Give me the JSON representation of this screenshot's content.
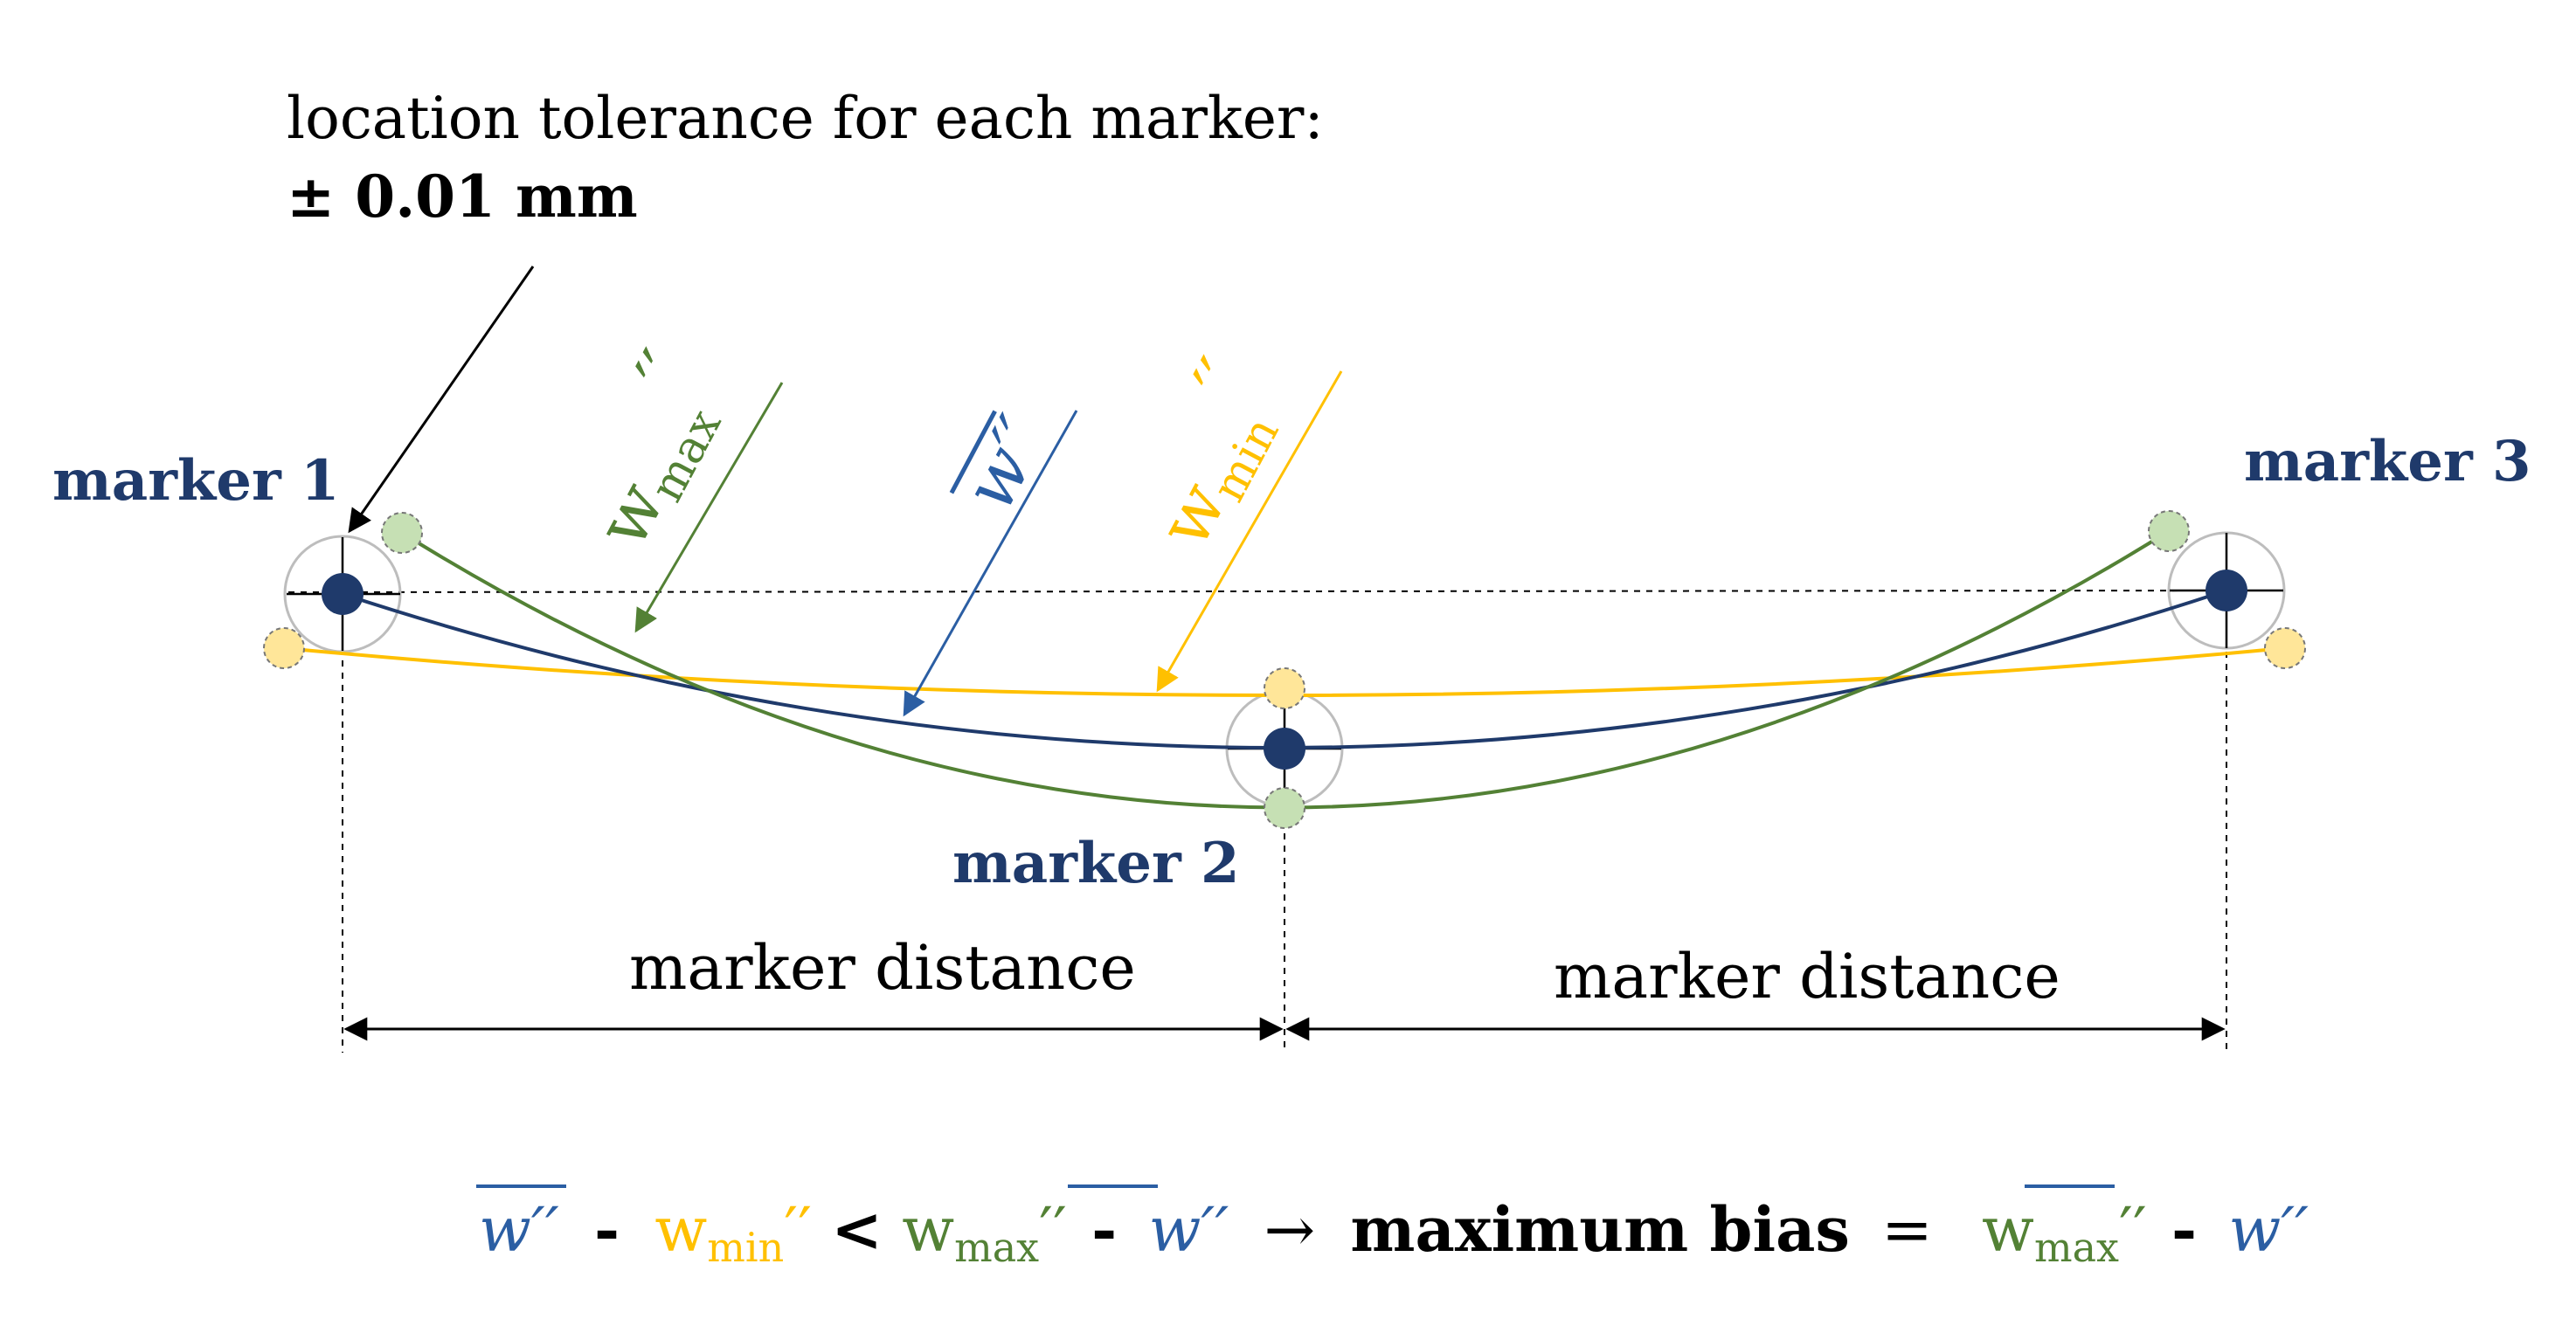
{
  "colors": {
    "blue": "#1f3a6b",
    "blue_mid": "#2b5ea3",
    "green": "#538135",
    "green_fill": "#c6e0b4",
    "yellow": "#ffc000",
    "yellow_fill": "#ffe699",
    "black": "#000000",
    "gray": "#9a9a9a"
  },
  "annotation": {
    "line1": "location tolerance for each marker:",
    "line2": "± 0.01 mm"
  },
  "markers": {
    "m1": "marker 1",
    "m2": "marker 2",
    "m3": "marker 3"
  },
  "curve_labels": {
    "wmax_base": "w",
    "wmax_sub": "max",
    "wmax_prime": "′′",
    "wbar_base": "w",
    "wbar_prime": "′′",
    "wmin_base": "w",
    "wmin_sub": "min",
    "wmin_prime": "′′"
  },
  "dimensions": {
    "left": "marker distance",
    "right": "marker distance"
  },
  "formula": {
    "wbar_base": "w",
    "prime": "′′",
    "dash": "-",
    "wmin_base": "w",
    "wmin_sub": "min",
    "lt": "<",
    "wmax_base": "w",
    "wmax_sub": "max",
    "arrow": "→",
    "max_bias": "maximum bias",
    "eq": "="
  }
}
